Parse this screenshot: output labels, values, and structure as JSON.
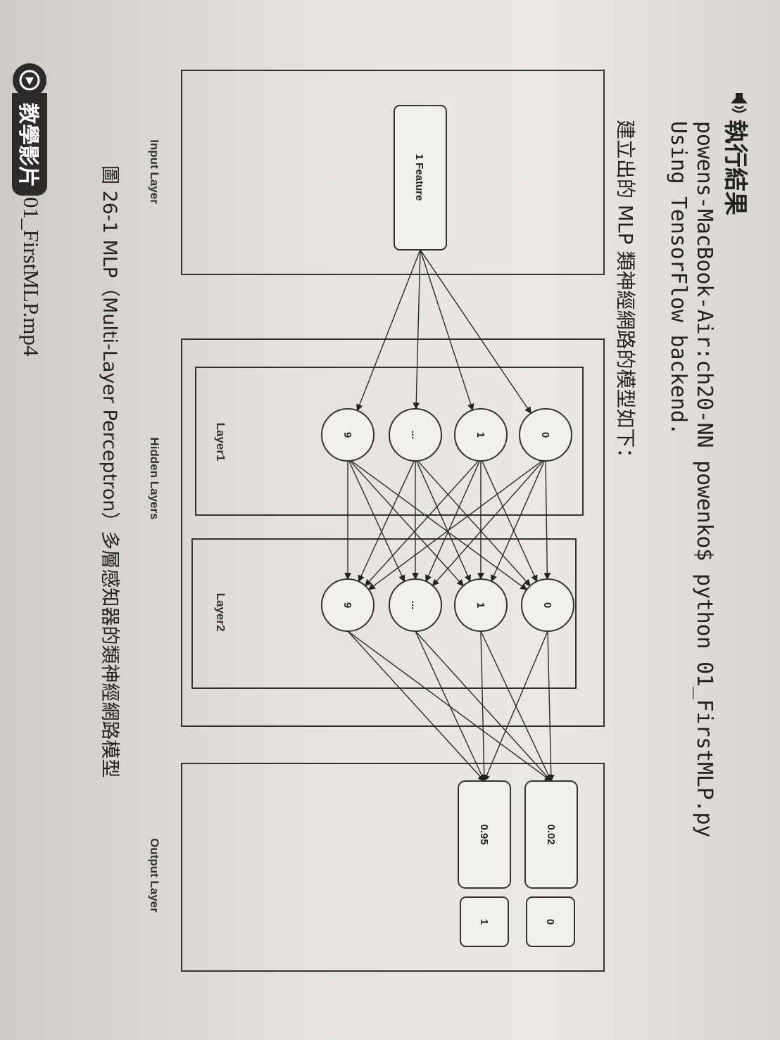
{
  "header": {
    "title": "執行結果",
    "command_line": "powens-MacBook-Air:ch20-NN powenko$ python 01_FirstMLP.py",
    "output_line": "Using TensorFlow backend."
  },
  "intro_text": "建立出的 MLP 類神經網路的模型如下：",
  "diagram": {
    "input_layer": {
      "label": "Input Layer",
      "node": "1 Feature"
    },
    "hidden_layers": {
      "label": "Hidden Layers",
      "layer1": {
        "label": "Layer1",
        "nodes": [
          "0",
          "1",
          "...",
          "9"
        ]
      },
      "layer2": {
        "label": "Layer2",
        "nodes": [
          "0",
          "1",
          "...",
          "9"
        ]
      }
    },
    "output_layer": {
      "label": "Output Layer",
      "probabilities": [
        "0.02",
        "0.95"
      ],
      "classes": [
        "0",
        "1"
      ]
    }
  },
  "caption": "圖 26-1 MLP（Multi-Layer Perceptron）多層感知器的類神經網路模型",
  "video": {
    "badge": "教學影片",
    "filename": "01_FirstMLP.mp4"
  },
  "colors": {
    "ink": "#222222",
    "badge_bg": "#2b2b2b",
    "badge_text": "#ffffff"
  }
}
